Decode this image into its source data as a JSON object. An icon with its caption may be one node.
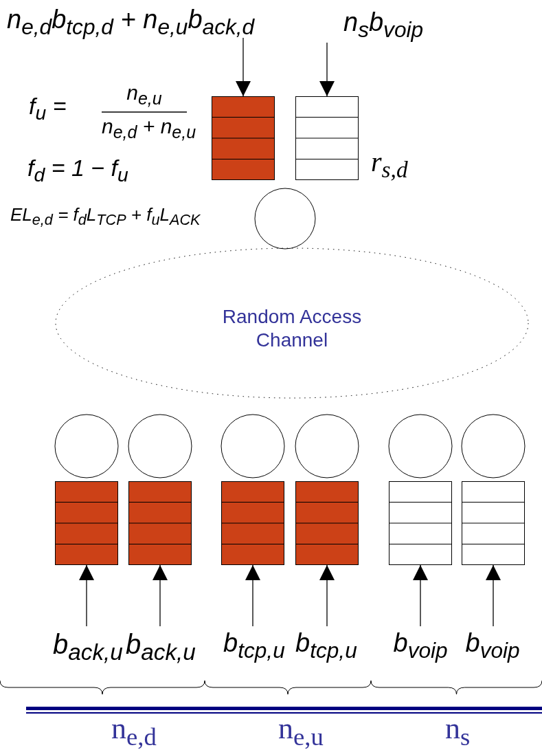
{
  "diagram": {
    "nodes": [
      {
        "text": [
          "n$_{e,d}$b$_{tcp,d}$ + n$_{e,u}$b$_{ack,d}$"
        ]
      },
      {
        "text": [
          "n$_{s}$b$_{voip}$"
        ]
      },
      {
        "text": [],
        "shape": "box"
      },
      {
        "text": [],
        "shape": "box"
      },
      {
        "text": [],
        "shape": "circle"
      },
      {
        "text": [
          "Random Access Channel"
        ]
      },
      {
        "text": [],
        "shape": "circle"
      },
      {
        "text": [],
        "shape": "circle"
      },
      {
        "text": [],
        "shape": "circle"
      },
      {
        "text": [],
        "shape": "circle"
      },
      {
        "text": [],
        "shape": "circle"
      },
      {
        "text": [],
        "shape": "circle"
      },
      {
        "text": [],
        "shape": "box"
      },
      {
        "text": [],
        "shape": "box"
      },
      {
        "text": [],
        "shape": "box"
      },
      {
        "text": [],
        "shape": "box"
      },
      {
        "text": [],
        "shape": "box"
      },
      {
        "text": [],
        "shape": "box"
      },
      {
        "text": [
          "b$_{ack,u}$"
        ]
      },
      {
        "text": [
          "b$_{ack,u}$"
        ]
      },
      {
        "text": [
          "b$_{tcp,u}$"
        ]
      },
      {
        "text": [
          "b$_{tcp,u}$"
        ]
      },
      {
        "text": [
          "b$_{voip}$"
        ]
      },
      {
        "text": [
          "b$_{voip}$"
        ]
      }
    ],
    "edges": [
      {
        "from": 0,
        "to": 2,
        "arrow": "to"
      },
      {
        "from": 1,
        "to": 3,
        "arrow": "to"
      },
      {
        "from": 18,
        "to": 12,
        "arrow": "to"
      },
      {
        "from": 19,
        "to": 13,
        "arrow": "to"
      },
      {
        "from": 20,
        "to": 14,
        "arrow": "to"
      },
      {
        "from": 21,
        "to": 15,
        "arrow": "to"
      },
      {
        "from": 22,
        "to": 16,
        "arrow": "to"
      },
      {
        "from": 23,
        "to": 17,
        "arrow": "to"
      }
    ],
    "labels": [
      "f$_{u}$ =",
      "n$_{e,u}$",
      "n$_{e,d}$ + n$_{e,u}$",
      "r$_{s,d}$",
      "f$_{d}$ = 1 − f$_{u}$",
      "EL$_{e,d}$ = f$_{d}$L$_{TCP}$ + f$_{u}$L$_{ACK}$",
      "n$_{e,d}$",
      "n$_{e,u}$",
      "n$_{s}$"
    ]
  }
}
